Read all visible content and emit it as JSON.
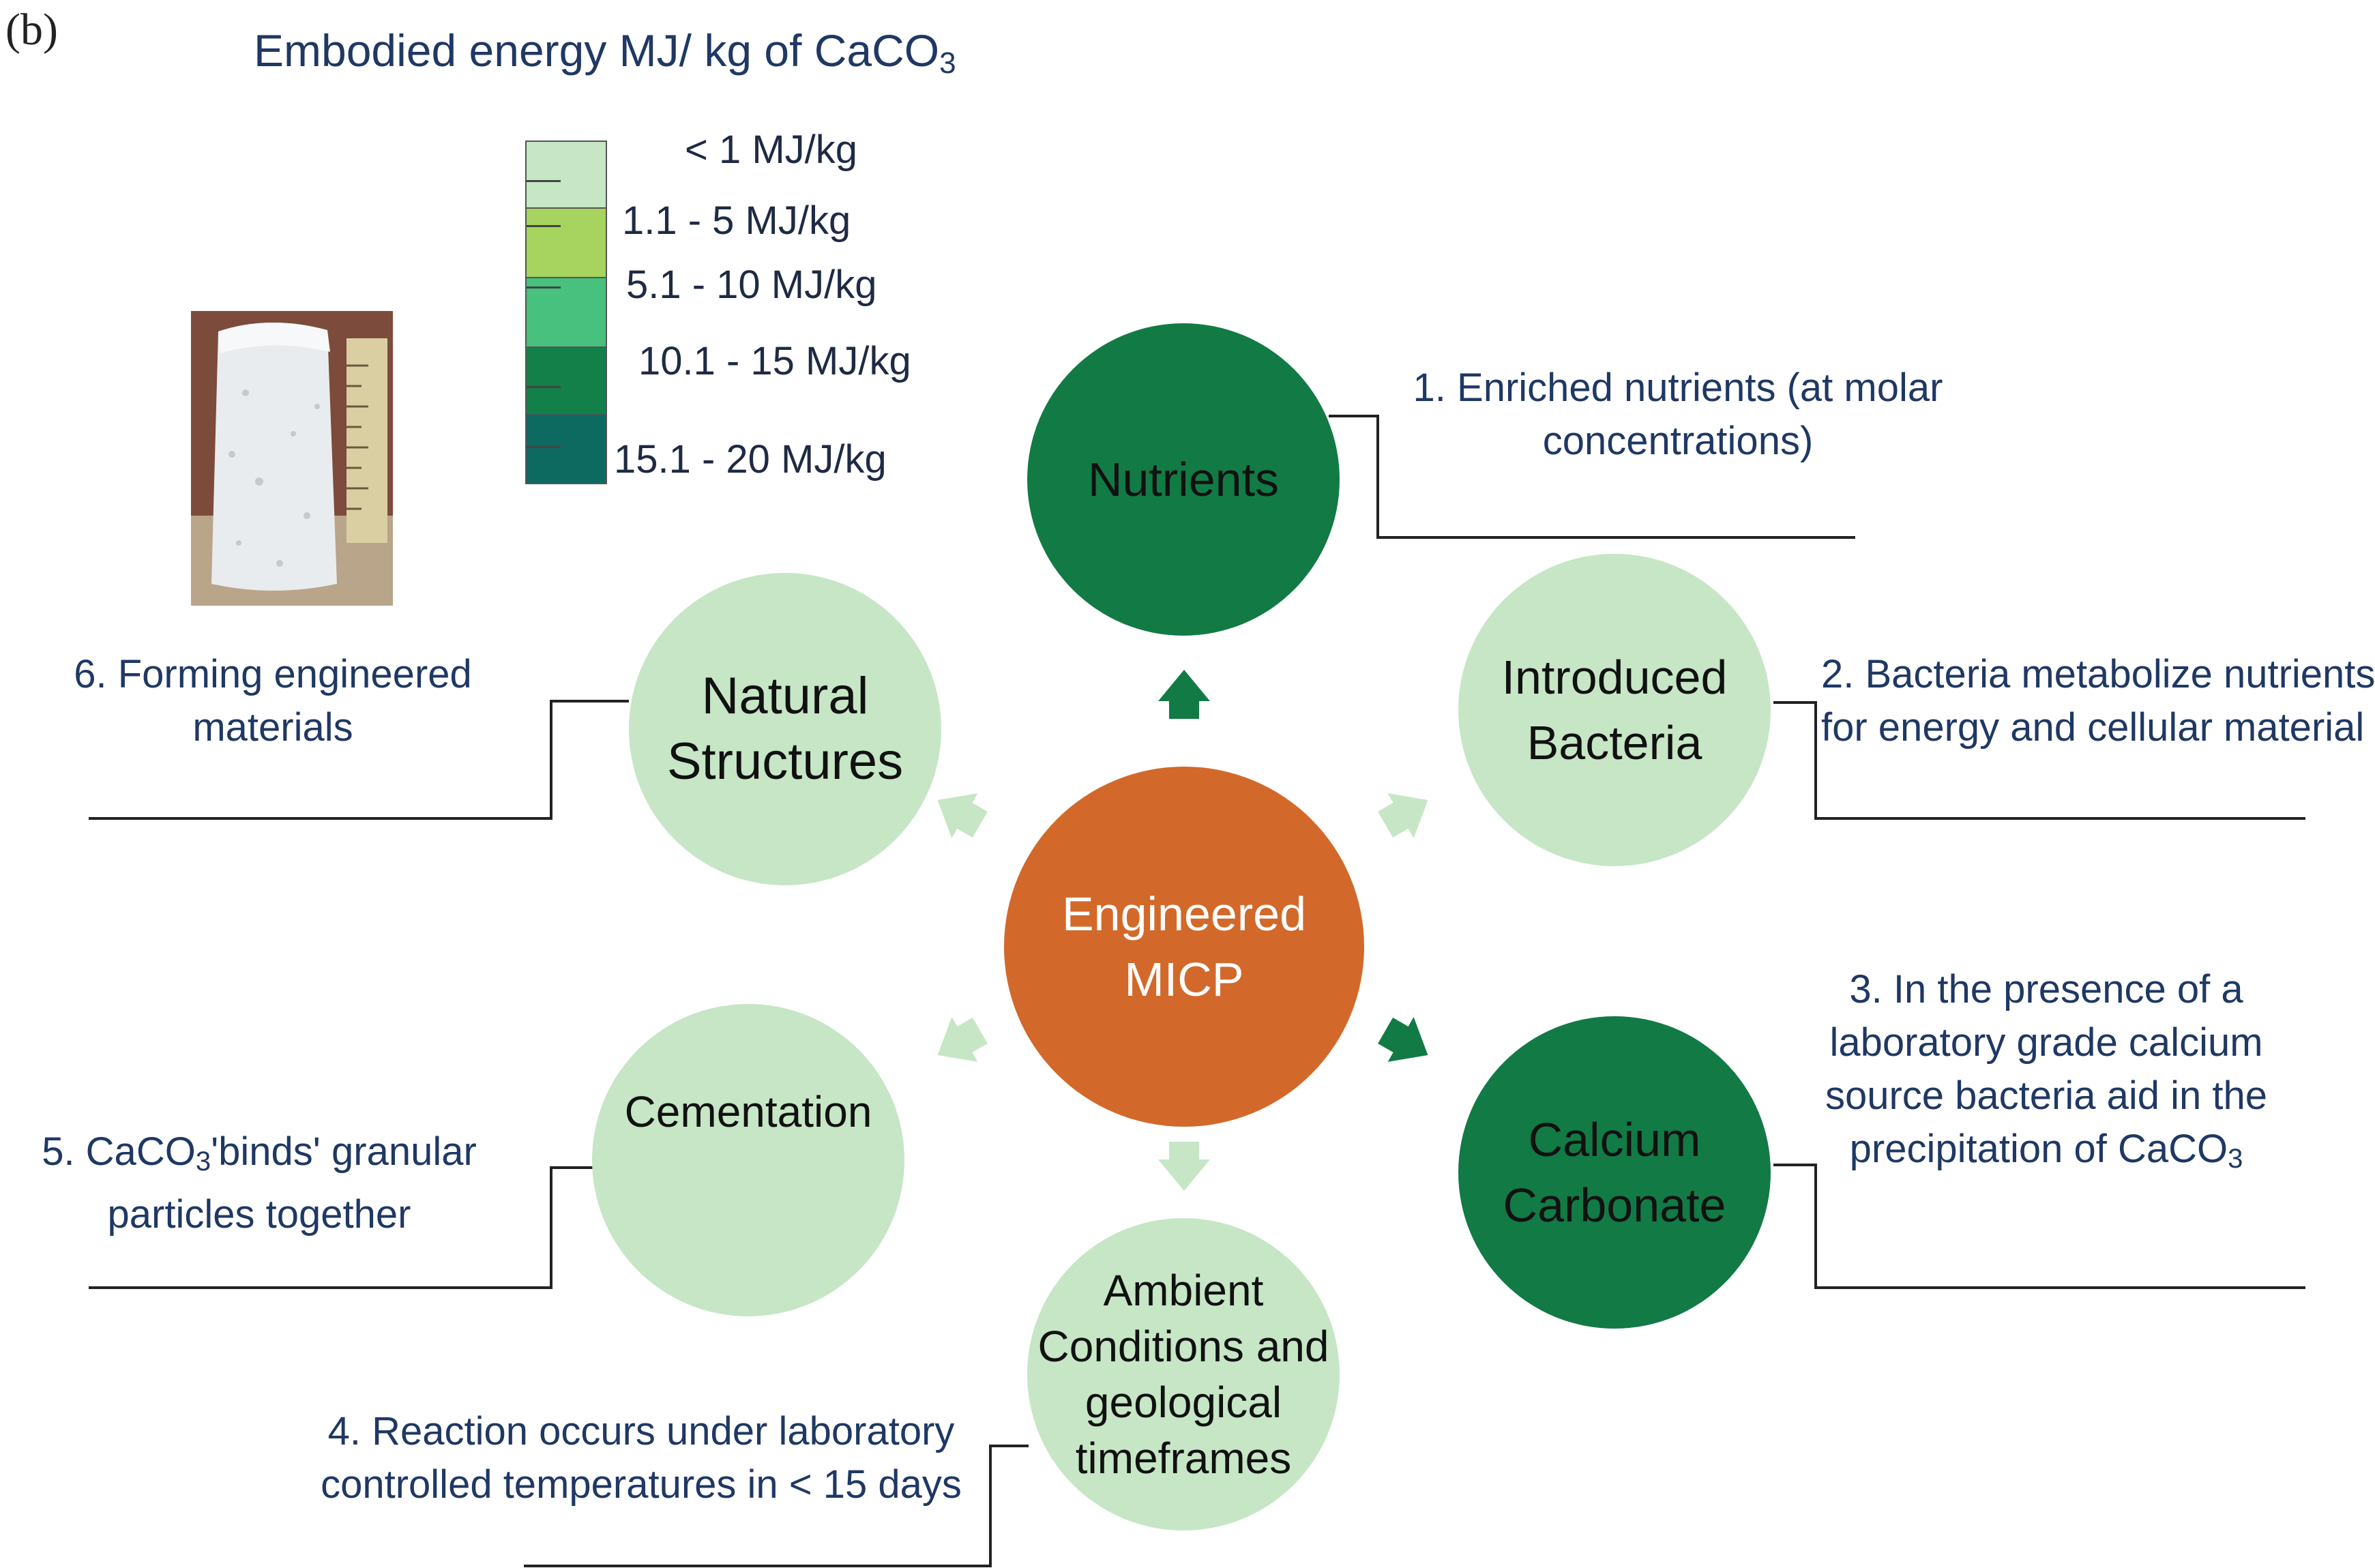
{
  "panel_label": "(b)",
  "title": {
    "text": "Embodied energy MJ/ kg of CaCO",
    "subscript": "3"
  },
  "legend": [
    {
      "label": "< 1 MJ/kg",
      "color": "#c6e6c6"
    },
    {
      "label": "1.1 - 5 MJ/kg",
      "color": "#a6d45e"
    },
    {
      "label": "5.1 - 10 MJ/kg",
      "color": "#48c07e"
    },
    {
      "label": "10.1 - 15 MJ/kg",
      "color": "#13804a"
    },
    {
      "label": "15.1 - 20 MJ/kg",
      "color": "#0d6a60"
    }
  ],
  "nodes": {
    "center": {
      "label_line1": "Engineered",
      "label_line2": "MICP",
      "color": "#d2692a"
    },
    "nutrients": {
      "label": "Nutrients",
      "color": "#127a45"
    },
    "bacteria": {
      "label_line1": "Introduced",
      "label_line2": "Bacteria",
      "color": "#c6e6c6"
    },
    "carbonate": {
      "label_line1": "Calcium",
      "label_line2": "Carbonate",
      "color": "#127a45"
    },
    "ambient": {
      "label_line1": "Ambient",
      "label_line2": "Conditions and",
      "label_line3": "geological",
      "label_line4": "timeframes",
      "color": "#c6e6c6"
    },
    "cementation": {
      "label": "Cementation",
      "color": "#c6e6c6"
    },
    "natural": {
      "label_line1": "Natural",
      "label_line2": "Structures",
      "color": "#c6e6c6"
    }
  },
  "notes": {
    "n1": {
      "line1": "1. Enriched nutrients (at molar",
      "line2": "concentrations)"
    },
    "n2": {
      "line1": "2. Bacteria metabolize nutrients",
      "line2": "for energy and cellular material"
    },
    "n3": {
      "line1": "3. In the presence of a",
      "line2": "laboratory grade calcium",
      "line3": "source bacteria aid in the",
      "line4": "precipitation of CaCO",
      "line4_sub": "3"
    },
    "n4": {
      "line1": "4. Reaction occurs under laboratory",
      "line2": "controlled temperatures in < 15 days"
    },
    "n5": {
      "line1a": "5. CaCO",
      "line1_sub": "3",
      "line1b": "'binds' granular",
      "line2": "particles together"
    },
    "n6": {
      "line1": "6. Forming engineered",
      "line2": "materials"
    }
  },
  "arrow_colors": {
    "dark": "#127a45",
    "light": "#c6e6c6"
  }
}
